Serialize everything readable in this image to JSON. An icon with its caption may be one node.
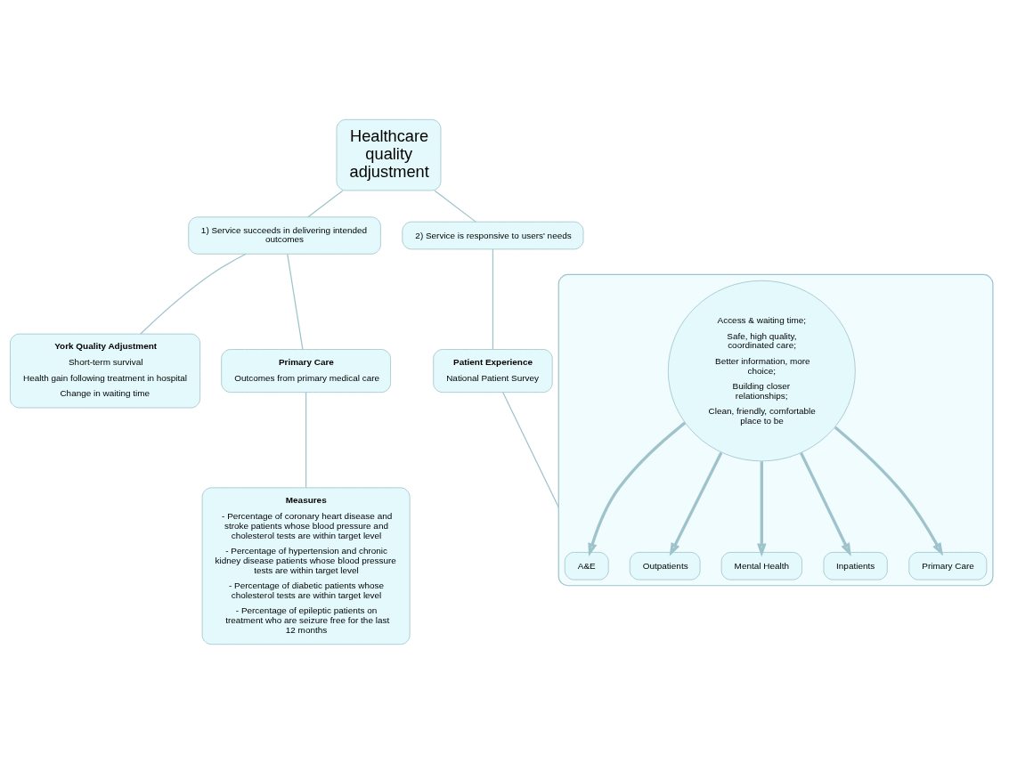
{
  "diagram": {
    "nodes": [
      {
        "text": [
          "Healthcare quality adjustment"
        ]
      },
      {
        "text": [
          "1) Service succeeds in delivering intended outcomes"
        ]
      },
      {
        "text": [
          "2) Service is responsive to users' needs"
        ]
      },
      {
        "text": [
          "York Quality Adjustment",
          "Short-term survival",
          "Health gain following treatment in hospital",
          "Change in waiting time"
        ]
      },
      {
        "text": [
          "Primary Care",
          "Outcomes from primary medical care"
        ]
      },
      {
        "text": [
          "Patient Experience",
          "National Patient Survey"
        ]
      },
      {
        "text": [
          "Measures",
          "- Percentage of coronary heart disease and stroke patients whose blood pressure and cholesterol tests are within target level",
          "- Percentage of hypertension and chronic kidney disease patients whose blood pressure tests are within target level",
          "- Percentage of diabetic patients whose cholesterol tests are within target level",
          "- Percentage of epileptic patients on treatment who are seizure free for the last 12 months"
        ]
      },
      {
        "text": [],
        "shape": "box"
      },
      {
        "text": [
          "A&E"
        ],
        "in": 7
      },
      {
        "text": [
          "Outpatients"
        ],
        "in": 7
      },
      {
        "text": [
          "Mental Health"
        ],
        "in": 7
      },
      {
        "text": [
          "Access & waiting time;",
          "Safe, high quality, coordinated care;",
          "Better information, more choice;",
          "Building closer relationships;",
          "Clean, friendly, comfortable place to be"
        ],
        "in": 7
      },
      {
        "text": [
          "Inpatients"
        ],
        "in": 7
      },
      {
        "text": [
          "Primary Care"
        ],
        "in": 7
      }
    ],
    "edges": [
      {
        "from": 0,
        "to": 1,
        "arrow": "none"
      },
      {
        "from": 0,
        "to": 2,
        "arrow": "none"
      },
      {
        "from": 1,
        "to": 3,
        "arrow": "none"
      },
      {
        "from": 1,
        "to": 4,
        "arrow": "none"
      },
      {
        "from": 2,
        "to": 5,
        "arrow": "none"
      },
      {
        "from": 4,
        "to": 6,
        "arrow": "none"
      },
      {
        "from": 5,
        "to": 7,
        "arrow": "none"
      },
      {
        "from": 11,
        "to": 8,
        "arrow": "to",
        "style": "thick"
      },
      {
        "from": 11,
        "to": 9,
        "arrow": "to",
        "style": "thick"
      },
      {
        "from": 11,
        "to": 10,
        "arrow": "to",
        "style": "thick"
      },
      {
        "from": 11,
        "to": 12,
        "arrow": "to",
        "style": "thick"
      },
      {
        "from": 11,
        "to": 13,
        "arrow": "to",
        "style": "thick"
      }
    ]
  }
}
